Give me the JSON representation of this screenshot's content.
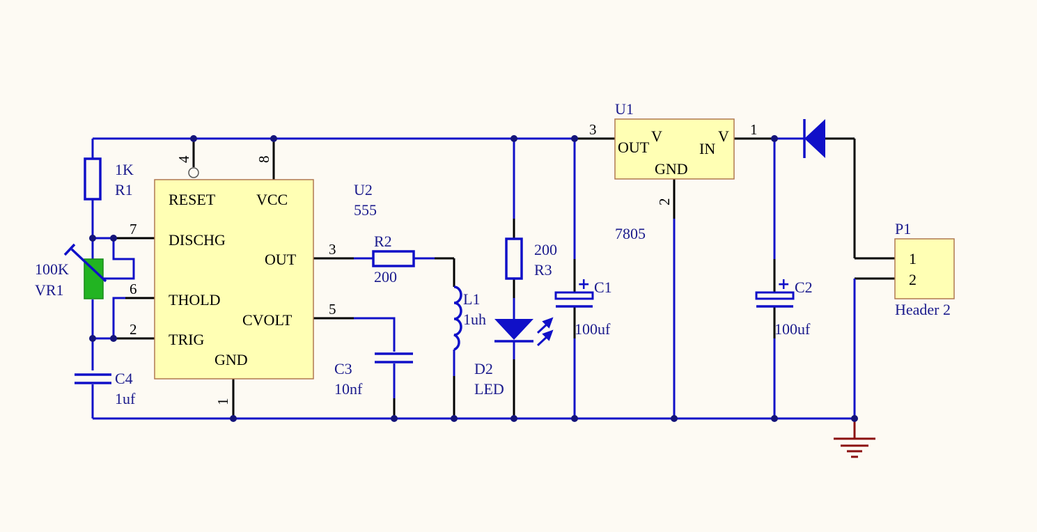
{
  "u2": {
    "ref": "U2",
    "value": "555",
    "pins": {
      "reset": "RESET",
      "vcc": "VCC",
      "dischg": "DISCHG",
      "out": "OUT",
      "thold": "THOLD",
      "cvolt": "CVOLT",
      "trig": "TRIG",
      "gnd": "GND"
    },
    "pin_numbers": {
      "p4": "4",
      "p8": "8",
      "p7": "7",
      "p6": "6",
      "p2": "2",
      "p3": "3",
      "p5": "5",
      "p1": "1"
    }
  },
  "u1": {
    "ref": "U1",
    "value": "7805",
    "pins": {
      "out": "OUT",
      "out_v": "V",
      "in": "IN",
      "in_v": "V",
      "gnd": "GND"
    },
    "pin_numbers": {
      "p3": "3",
      "p1": "1",
      "p2": "2"
    }
  },
  "r1": {
    "value": "1K",
    "ref": "R1"
  },
  "vr1": {
    "value": "100K",
    "ref": "VR1"
  },
  "c4": {
    "ref": "C4",
    "value": "1uf"
  },
  "r2": {
    "ref": "R2",
    "value": "200"
  },
  "c3": {
    "ref": "C3",
    "value": "10nf"
  },
  "l1": {
    "ref": "L1",
    "value": "1uh"
  },
  "r3": {
    "value": "200",
    "ref": "R3"
  },
  "d2": {
    "ref": "D2",
    "value": "LED"
  },
  "c1": {
    "ref": "C1",
    "value": "100uf",
    "polarity": "+"
  },
  "c2": {
    "ref": "C2",
    "value": "100uf",
    "polarity": "+"
  },
  "p1": {
    "ref": "P1",
    "value": "Header 2",
    "pin1": "1",
    "pin2": "2"
  },
  "colors": {
    "wire": "#1010c8",
    "body": "#ffffb4",
    "pot": "#22b422",
    "ground": "#8b1010",
    "junction": "#14147a"
  }
}
